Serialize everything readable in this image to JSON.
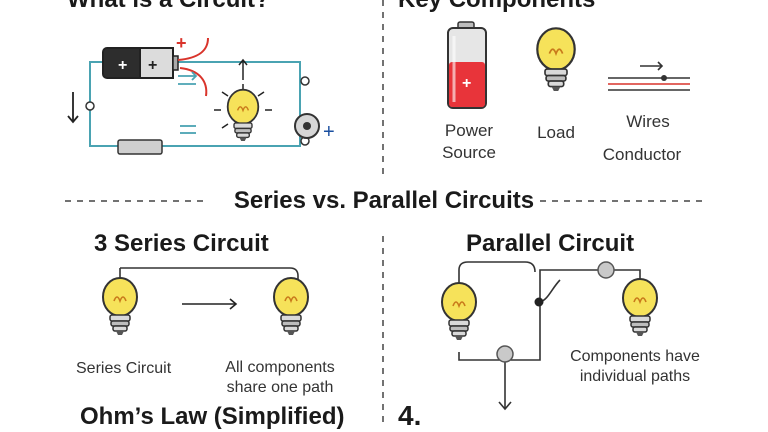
{
  "sections": {
    "what_is_circuit": {
      "title": "What is a Circuit?"
    },
    "key_components": {
      "title": "Key Components",
      "power_source_line1": "Power",
      "power_source_line2": "Source",
      "load_label": "Load",
      "wires_label": "Wires",
      "conductor_label": "Conductor"
    },
    "series_vs_parallel": {
      "title": "Series vs. Parallel Circuits"
    },
    "series": {
      "title": "3 Series Circuit",
      "caption_left": "Series Circuit",
      "caption_right_line1": "All components",
      "caption_right_line2": "share one path"
    },
    "parallel": {
      "title": "Parallel Circuit",
      "caption_line1": "Components have",
      "caption_line2": "individual paths"
    },
    "ohms_law": {
      "title": "Ohm’s Law (Simplified)"
    },
    "step4": {
      "number": "4."
    }
  },
  "symbols": {
    "battery_plus": "+",
    "battery_plus_2": "+",
    "terminal_plus": "+",
    "motor_plus": "+",
    "power_source_plus": "+"
  },
  "colors": {
    "bulb_yellow": "#f6e25a",
    "battery_red": "#e8343a",
    "wire_teal": "#4aa3b2",
    "accent_red": "#d9342b",
    "dark": "#333333"
  }
}
